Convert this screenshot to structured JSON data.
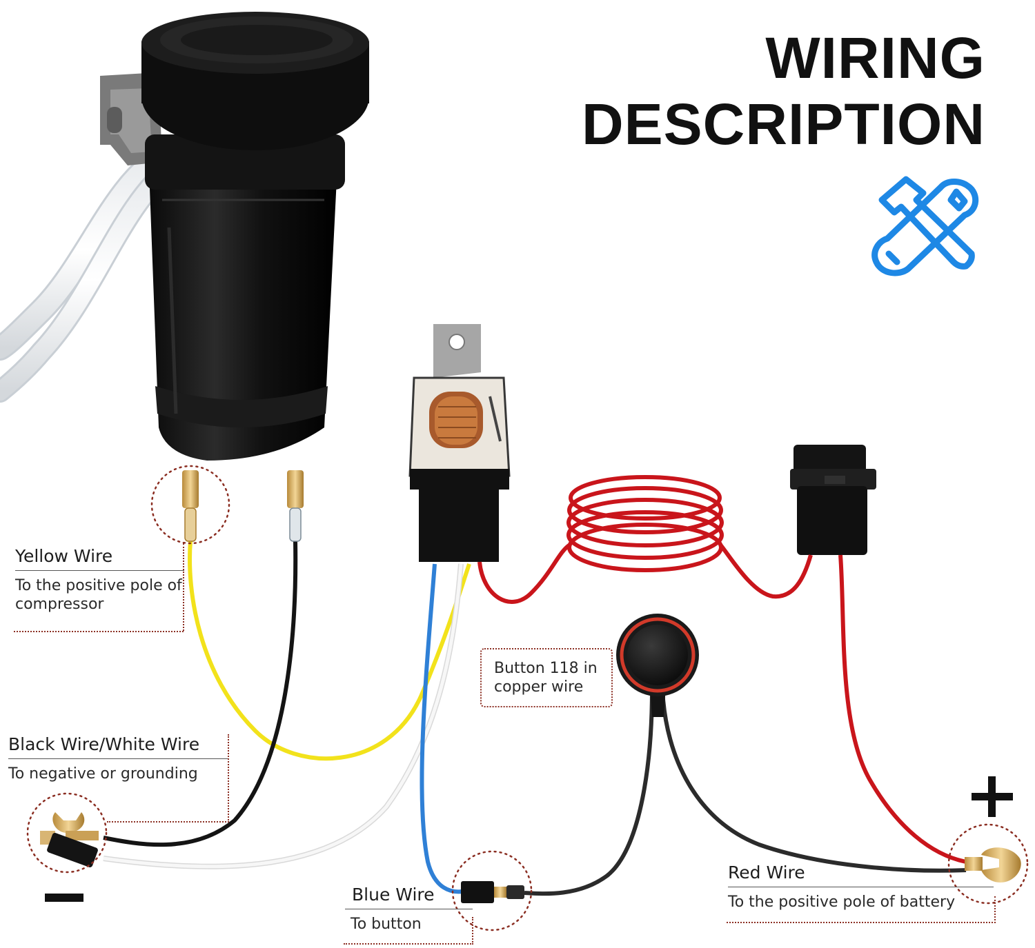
{
  "title": {
    "line1": "WIRING",
    "line2": "DESCRIPTION"
  },
  "icons": {
    "header_icon": "wrench-and-screwdriver-icon",
    "accent_color": "#1e88e5"
  },
  "callouts": {
    "yellow": {
      "title": "Yellow Wire",
      "description": "To the positive pole of compressor"
    },
    "black_white": {
      "title": "Black Wire/White Wire",
      "description": "To negative or grounding"
    },
    "blue": {
      "title": "Blue Wire",
      "description": "To button"
    },
    "red": {
      "title": "Red Wire",
      "description": "To the positive pole of battery"
    },
    "button_note": "Button 118 in\ncopper wire"
  },
  "terminals": {
    "negative_symbol": "−",
    "positive_symbol": "+"
  },
  "colors": {
    "yellow_wire": "#f2e21b",
    "black_wire": "#141414",
    "white_wire": "#f4f4f4",
    "blue_wire": "#2f80d6",
    "red_wire": "#c9151b",
    "callout_border": "#8b2e22"
  }
}
